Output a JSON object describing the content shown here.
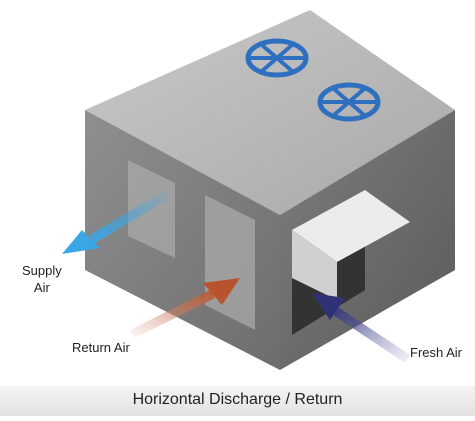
{
  "labels": {
    "supply_air": "Supply\nAir",
    "return_air": "Return Air",
    "fresh_air": "Fresh Air"
  },
  "caption": "Horizontal Discharge / Return",
  "colors": {
    "supply_arrow": "#3aa6e6",
    "return_arrow": "#b8532e",
    "fresh_arrow": "#2f3276",
    "fan_blue": "#2f6fbf"
  },
  "icons": [
    "fan-icon",
    "fan-icon"
  ]
}
